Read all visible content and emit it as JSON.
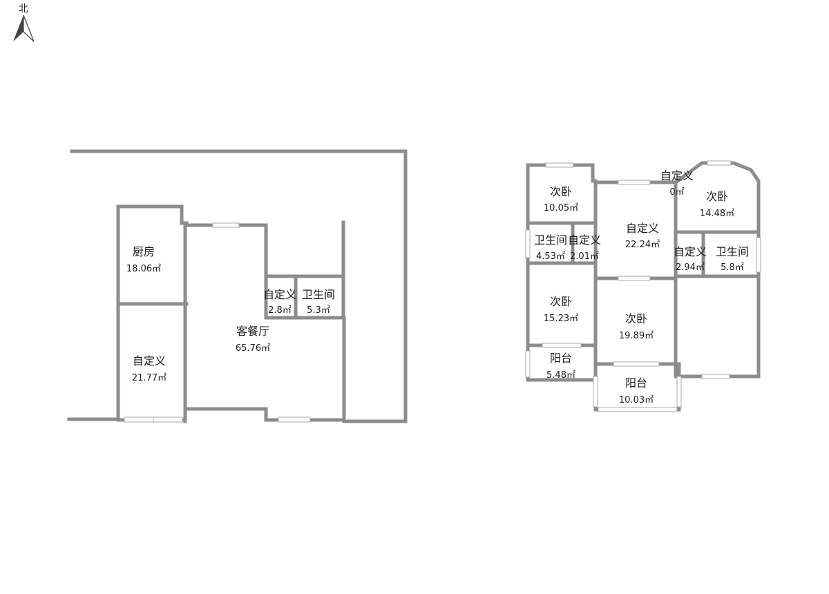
{
  "compass": {
    "label": "北",
    "icon": "north-arrow-icon"
  },
  "colors": {
    "wall": "#8c8c8c",
    "window": "#ffffff",
    "text": "#1a1a1a"
  },
  "area_unit": "㎡",
  "plan_left": {
    "kitchen": {
      "name": "厨房",
      "area": "18.06㎡"
    },
    "custom_room": {
      "name": "自定义",
      "area": "21.77㎡"
    },
    "living_dining": {
      "name": "客餐厅",
      "area": "65.76㎡"
    },
    "custom_small": {
      "name": "自定义",
      "area": "2.8㎡"
    },
    "bathroom": {
      "name": "卫生间",
      "area": "5.3㎡"
    }
  },
  "plan_right": {
    "bedroom_a": {
      "name": "次卧",
      "area": "10.05㎡"
    },
    "bathroom_a": {
      "name": "卫生间",
      "area": "4.53㎡"
    },
    "custom_a": {
      "name": "自定义",
      "area": "2.01㎡"
    },
    "custom_center": {
      "name": "自定义",
      "area": "22.24㎡"
    },
    "custom_zero": {
      "name": "自定义",
      "area": "0㎡"
    },
    "bedroom_bay": {
      "name": "次卧",
      "area": "14.48㎡"
    },
    "custom_b": {
      "name": "自定义",
      "area": "2.94㎡"
    },
    "bathroom_b": {
      "name": "卫生间",
      "area": "5.8㎡"
    },
    "bedroom_b": {
      "name": "次卧",
      "area": "15.23㎡"
    },
    "bedroom_c": {
      "name": "次卧",
      "area": "19.89㎡"
    },
    "balcony_a": {
      "name": "阳台",
      "area": "5.48㎡"
    },
    "balcony_b": {
      "name": "阳台",
      "area": "10.03㎡"
    }
  }
}
